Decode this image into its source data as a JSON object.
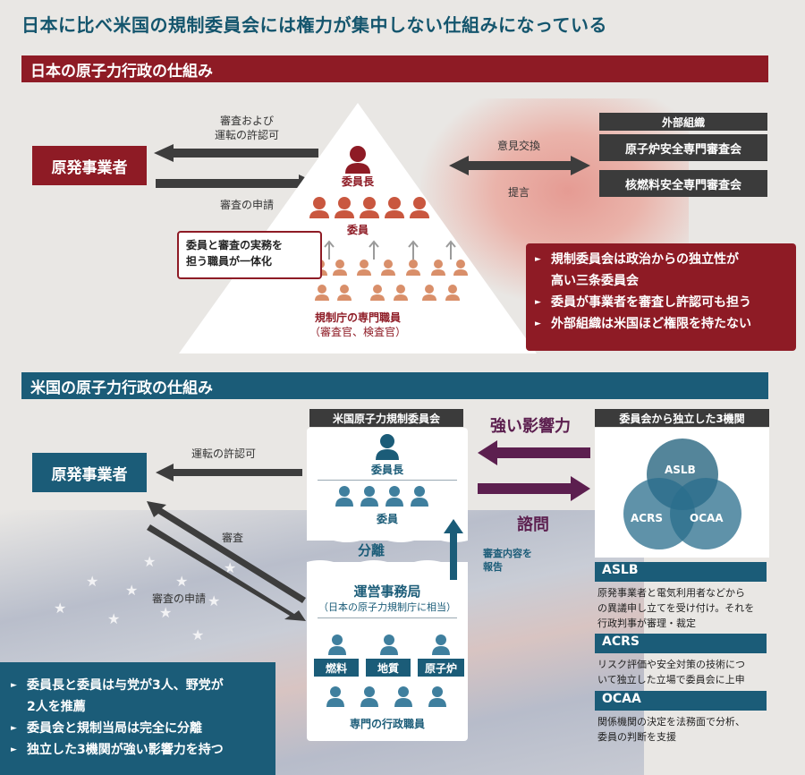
{
  "title": "日本に比べ米国の規制委員会には権力が集中しない仕組みになっている",
  "japan": {
    "section_title": "日本の原子力行政の仕組み",
    "operator": "原発事業者",
    "arrow_top_label_1": "審査および",
    "arrow_top_label_2": "運転の許認可",
    "arrow_bottom_label": "審査の申請",
    "chairman": "委員長",
    "members": "委員",
    "staff_label": "規制庁の専門職員",
    "staff_sub": "（審査官、検査官）",
    "unity_box_line1": "委員と審査の実務を",
    "unity_box_line2": "担う職員が一体化",
    "opinion_exchange": "意見交換",
    "advice": "提言",
    "external_org_label": "外部組織",
    "external_orgs": [
      "原子炉安全専門審査会",
      "核燃料安全専門審査会"
    ],
    "points": [
      "規制委員会は政治からの独立性が",
      "高い三条委員会",
      "委員が事業者を審査し許認可も担う",
      "外部組織は米国ほど権限を持たない"
    ]
  },
  "us": {
    "section_title": "米国の原子力行政の仕組み",
    "operator": "原発事業者",
    "license_label": "運転の許認可",
    "review_label": "審査",
    "application_label": "審査の申請",
    "nrc_label": "米国原子力規制委員会",
    "chairman": "委員長",
    "members": "委員",
    "separation": "分離",
    "report_label_1": "審査内容を",
    "report_label_2": "報告",
    "secretariat": "運営事務局",
    "secretariat_sub": "（日本の原子力規制庁に相当）",
    "departments": [
      "燃料",
      "地質",
      "原子炉"
    ],
    "staff_label": "専門の行政職員",
    "strong_influence": "強い影響力",
    "consultation": "諮問",
    "independent_label": "委員会から独立した3機関",
    "circles": [
      "ASLB",
      "ACRS",
      "OCAA"
    ],
    "orgs": [
      {
        "name": "ASLB",
        "desc": [
          "原発事業者と電気利用者などから",
          "の異議申し立てを受け付け。それを",
          "行政判事が審理・裁定"
        ]
      },
      {
        "name": "ACRS",
        "desc": [
          "リスク評価や安全対策の技術につ",
          "いて独立した立場で委員会に上申"
        ]
      },
      {
        "name": "OCAA",
        "desc": [
          "関係機関の決定を法務面で分析、",
          "委員の判断を支援"
        ]
      }
    ],
    "points": [
      "委員長と委員は与党が3人、野党が",
      "2人を推薦",
      "委員会と規制当局は完全に分離",
      "独立した3機関が強い影響力を持つ"
    ]
  },
  "colors": {
    "japan_red": "#8e1b25",
    "us_blue": "#1b5c78",
    "title_blue": "#14556d",
    "arrow_gray": "#3d3d3d",
    "purple": "#5c1f4f"
  }
}
